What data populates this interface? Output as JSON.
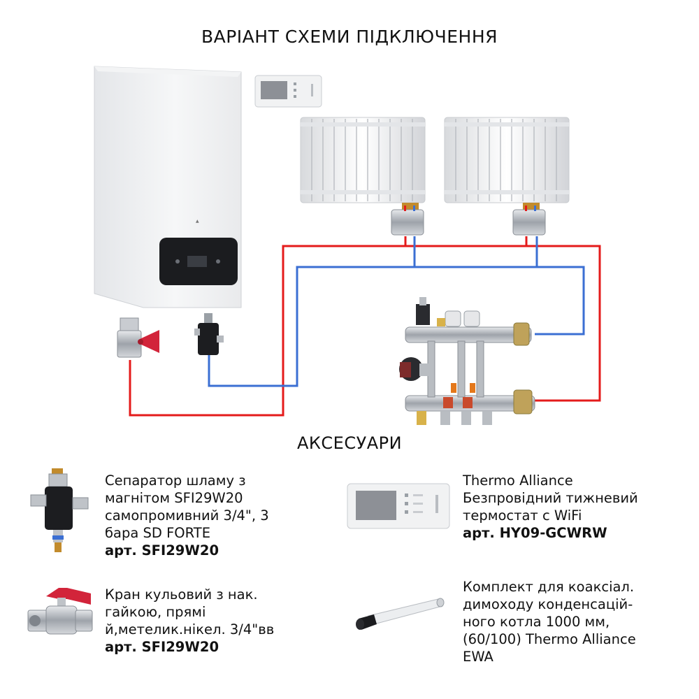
{
  "title": "ВАРІАНТ СХЕМИ ПІДКЛЮЧЕННЯ",
  "accessories_title": "АКСЕСУАРИ",
  "colors": {
    "supply": "#e41b1b",
    "return": "#3b6fd3"
  },
  "accessories": [
    {
      "icon": "mud-separator-icon",
      "lines": [
        "Сепаратор шламу з",
        "магнітом SFI29W20",
        "самопромивний 3/4\", 3",
        "бара SD FORTE"
      ],
      "article": "арт. SFI29W20"
    },
    {
      "icon": "wireless-thermostat-icon",
      "lines": [
        "Thermo Alliance",
        "Безпровідний тижневий",
        "термостат с WiFi"
      ],
      "article": "арт. HY09-GCWRW"
    },
    {
      "icon": "ball-valve-icon",
      "lines": [
        "Кран кульовий з нак.",
        "гайкою, прямі",
        "й,метелик.нікел. 3/4\"вв"
      ],
      "article": "арт. SFI29W20"
    },
    {
      "icon": "coaxial-flue-kit-icon",
      "lines": [
        "Комплект для коаксіал.",
        "димоходу конденсацій-",
        "ного котла 1000 мм,",
        "(60/100) Thermo Alliance",
        "EWA"
      ],
      "article": ""
    }
  ]
}
